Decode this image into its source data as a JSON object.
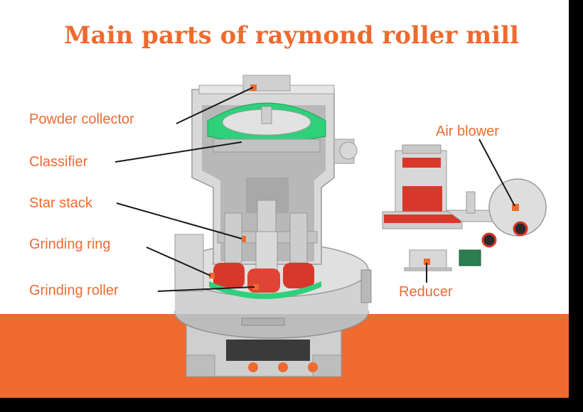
{
  "title": "Main parts of raymond roller mill",
  "labels": {
    "powder_collector": "Powder collector",
    "classifier": "Classifier",
    "star_stack": "Star stack",
    "grinding_ring": "Grinding ring",
    "grinding_roller": "Grinding roller",
    "air_blower": "Air blower",
    "reducer": "Reducer"
  },
  "colors": {
    "accent": "#ee6a2f",
    "machine_gray": "#c9c9c9",
    "green": "#2fd07a",
    "red": "#d8382a",
    "dark": "#1a1a1a"
  }
}
